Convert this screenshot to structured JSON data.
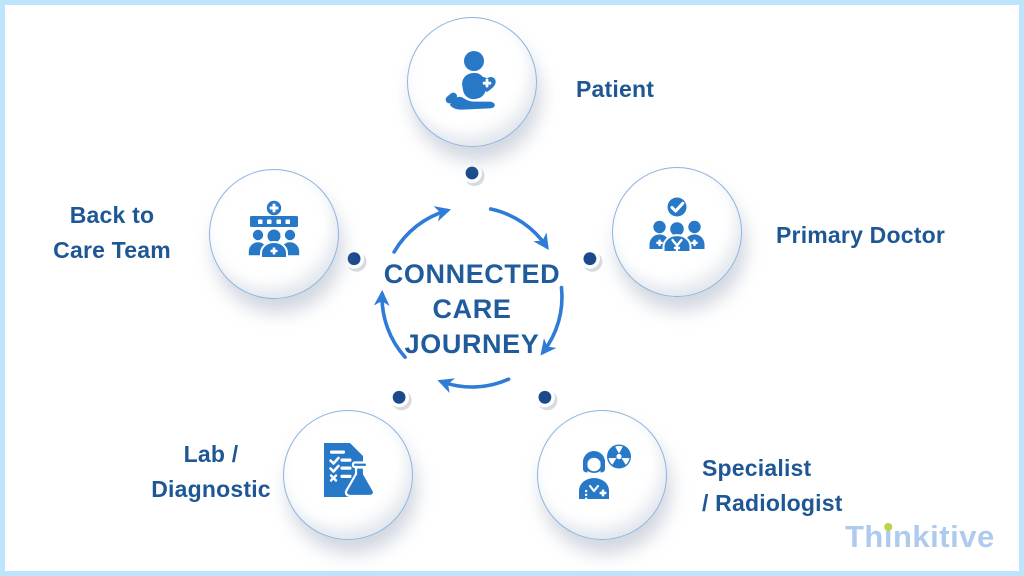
{
  "colors": {
    "accent_blue": "#2E7CD6",
    "icon_blue": "#2878C8",
    "dark_navy_dot": "#1A4A8C",
    "title_blue": "#205C9C",
    "label_blue": "#1F5795",
    "frame_border": "#BEE3FC",
    "logo_blue": "#AECBEE",
    "logo_green": "#BFD24B",
    "background": "#FFFFFF"
  },
  "center": {
    "line1": "CONNECTED",
    "line2": "CARE",
    "line3": "JOURNEY"
  },
  "nodes": {
    "patient": {
      "label": "Patient",
      "icon": "patient-hand-heart-icon"
    },
    "primary_doctor": {
      "label": "Primary Doctor",
      "icon": "doctor-team-check-icon"
    },
    "specialist": {
      "label_line1": "Specialist",
      "label_line2": "/ Radiologist",
      "icon": "radiologist-radiation-icon"
    },
    "lab": {
      "label_line1": "Lab /",
      "label_line2": "Diagnostic",
      "icon": "lab-checklist-flask-icon"
    },
    "care_team": {
      "label_line1": "Back to",
      "label_line2": "Care Team",
      "icon": "care-team-hospital-icon"
    }
  },
  "logo": {
    "text": "Thinkitive",
    "part1": "Th",
    "part2": "ı",
    "part3": "nkitive"
  }
}
